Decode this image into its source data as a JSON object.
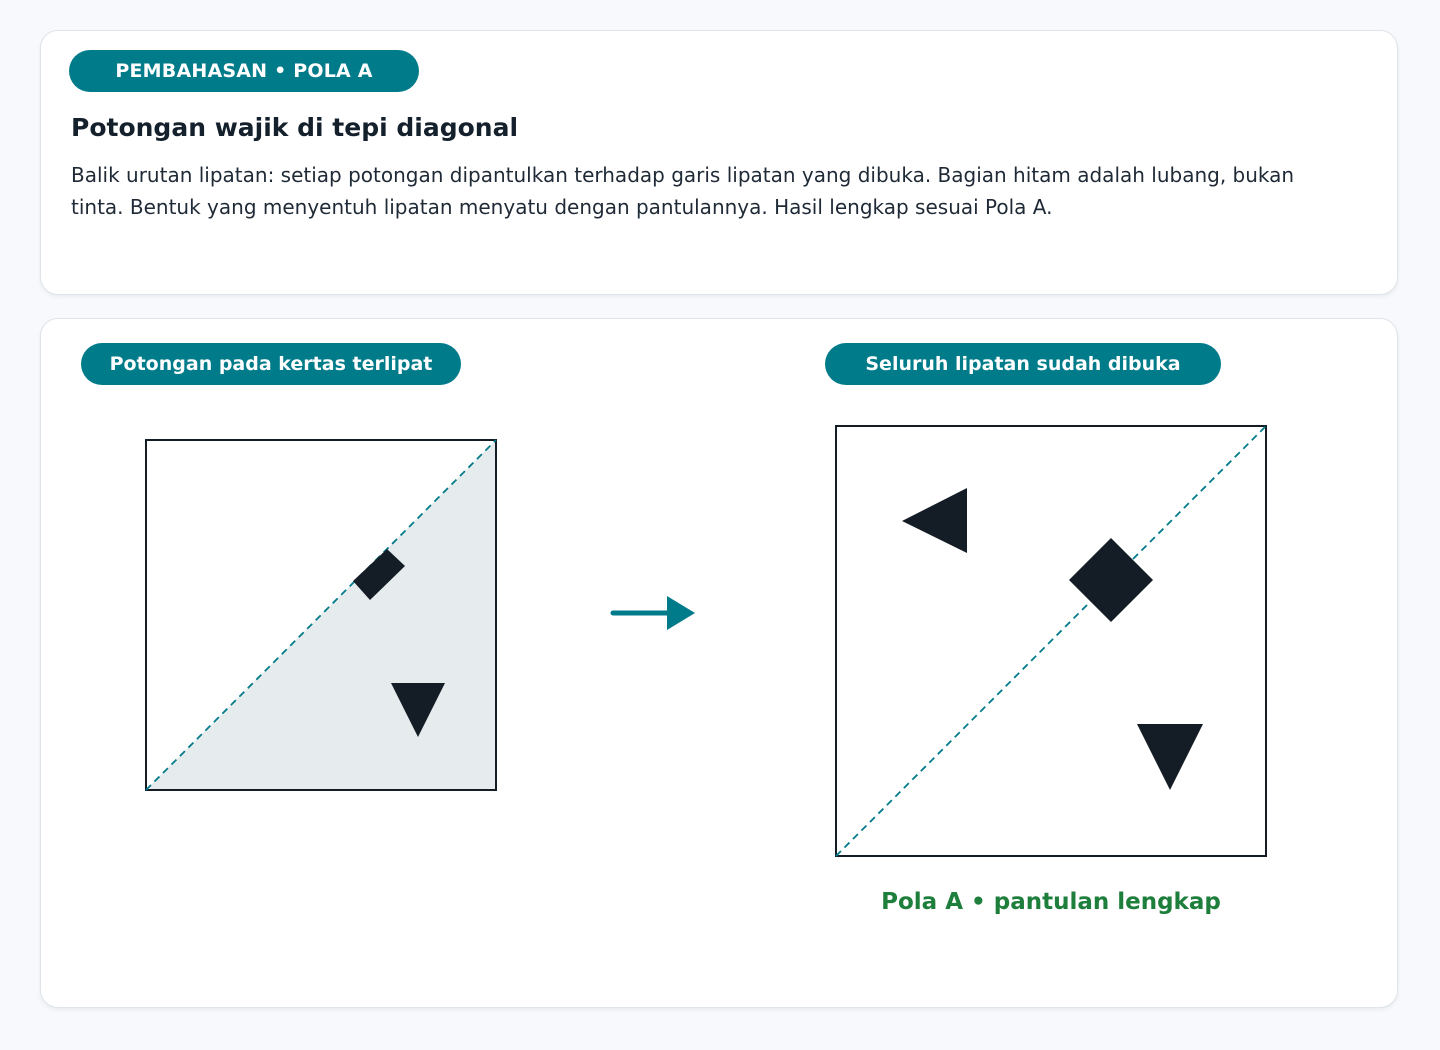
{
  "explanation": {
    "section_label": "PEMBAHASAN • POLA A",
    "title": "Potongan wajik di tepi diagonal",
    "description": "Balik urutan lipatan: setiap potongan dipantulkan terhadap garis lipatan yang dibuka. Bagian hitam adalah lubang, bukan tinta. Bentuk yang menyentuh lipatan menyatu dengan pantulannya. Hasil lengkap sesuai Pola A."
  },
  "diagram": {
    "folded_label": "Potongan pada kertas terlipat",
    "unfolded_label": "Seluruh lipatan sudah dibuka",
    "result_caption": "Pola A • pantulan lengkap",
    "fold_line": "diagonal",
    "folded_cuts": [
      "diamond-half-on-fold",
      "triangle-down"
    ],
    "unfolded_holes": [
      "diamond-on-fold",
      "triangle-left",
      "triangle-down"
    ]
  },
  "colors": {
    "accent": "#007b8a",
    "hole": "#141c26",
    "paper_fold_shade": "#e6ecee",
    "result_text": "#1e7e3b",
    "background": "#f7f9fc"
  },
  "icons": {
    "arrow": "arrow-right-icon"
  }
}
